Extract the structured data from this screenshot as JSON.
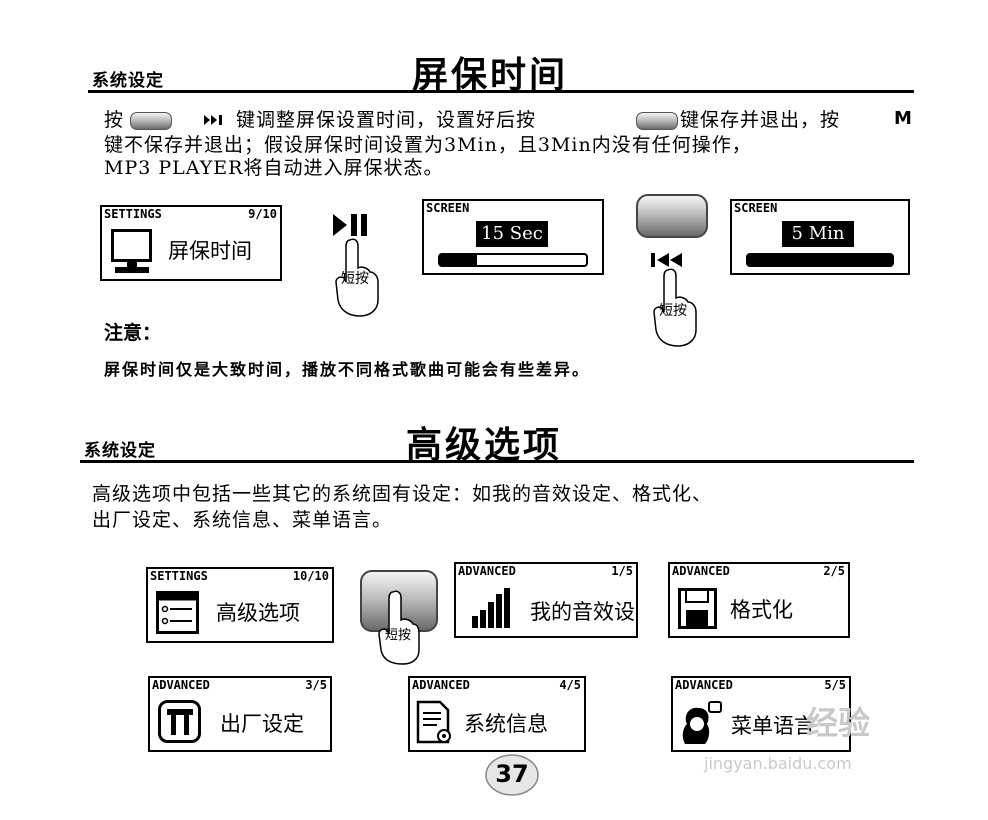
{
  "section1": {
    "label": "系统设定",
    "title": "屏保时间",
    "para": {
      "line1_a": "按",
      "line1_b": "键调整屏保设置时间，设置好后按",
      "line1_c": "键保存并退出，按",
      "key_m": "M",
      "line2": "键不保存并退出；假设屏保时间设置为3Min，且3Min内没有任何操作，",
      "line3": "MP3 PLAYER将自动进入屏保状态。"
    },
    "screens": {
      "settings": {
        "header": "SETTINGS",
        "index": "9/10",
        "label": "屏保时间"
      },
      "screen_before": {
        "header": "SCREEN",
        "value": "15 Sec",
        "level": 0.25
      },
      "screen_after": {
        "header": "SCREEN",
        "value": "5 Min",
        "level": 1.0
      }
    },
    "short_press": "短按",
    "short_press_2": "短按",
    "note_label": "注意：",
    "note_text": "屏保时间仅是大致时间，播放不同格式歌曲可能会有些差异。"
  },
  "section2": {
    "label": "系统设定",
    "title": "高级选项",
    "para": {
      "line1": "高级选项中包括一些其它的系统固有设定：如我的音效设定、格式化、",
      "line2": "出厂设定、系统信息、菜单语言。"
    },
    "short_press": "短按",
    "screens": [
      {
        "header": "SETTINGS",
        "index": "10/10",
        "label": "高级选项"
      },
      {
        "header": "ADVANCED",
        "index": "1/5",
        "label": "我的音效设"
      },
      {
        "header": "ADVANCED",
        "index": "2/5",
        "label": "格式化"
      },
      {
        "header": "ADVANCED",
        "index": "3/5",
        "label": "出厂设定"
      },
      {
        "header": "ADVANCED",
        "index": "4/5",
        "label": "系统信息"
      },
      {
        "header": "ADVANCED",
        "index": "5/5",
        "label": "菜单语言"
      }
    ]
  },
  "page_number": "37",
  "watermark": {
    "text1": "经验",
    "text2": "jingyan.baidu.com"
  }
}
